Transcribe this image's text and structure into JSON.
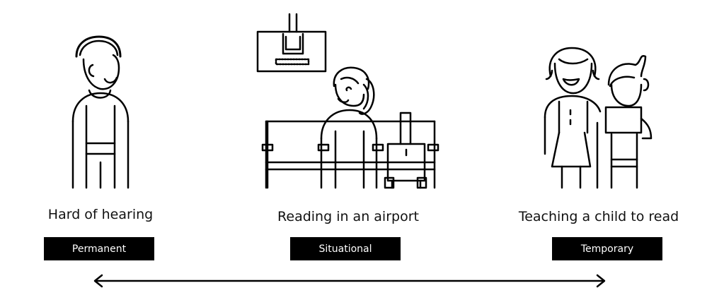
{
  "scenarios": [
    {
      "caption": "Hard of hearing",
      "badge": "Permanent"
    },
    {
      "caption": "Reading in an airport",
      "badge": "Situational"
    },
    {
      "caption": "Teaching a child to read",
      "badge": "Temporary"
    }
  ],
  "colors": {
    "ink": "#000000",
    "badge_bg": "#000000",
    "badge_text": "#ffffff",
    "background": "#ffffff"
  },
  "icons": [
    "person-hard-of-hearing-icon",
    "airport-traveler-icon",
    "parent-and-child-icon",
    "double-arrow-icon"
  ]
}
